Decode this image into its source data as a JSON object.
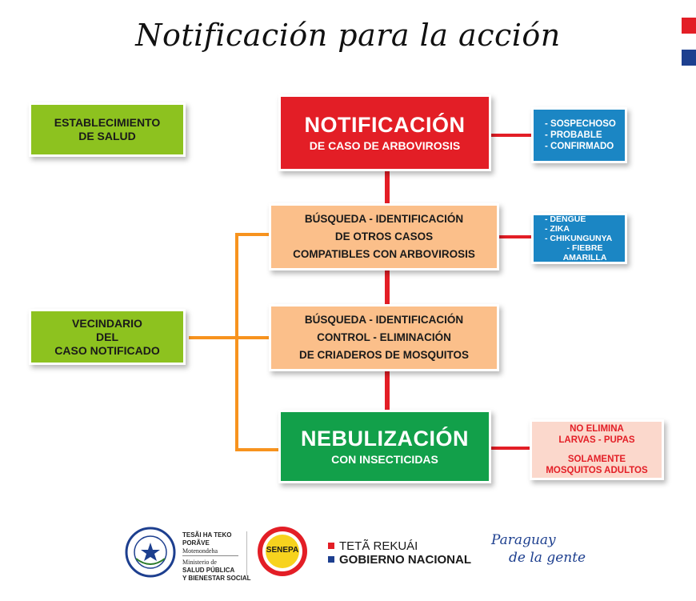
{
  "title": "Notificación para la acción",
  "left": {
    "establishment": [
      "ESTABLECIMIENTO",
      "DE SALUD"
    ],
    "neighborhood": [
      "VECINDARIO",
      "DEL",
      "CASO NOTIFICADO"
    ]
  },
  "center": {
    "notification": {
      "main": "NOTIFICACIÓN",
      "sub": "DE CASO DE ARBOVIROSIS"
    },
    "search": [
      "BÚSQUEDA - IDENTIFICACIÓN",
      "DE OTROS CASOS",
      "COMPATIBLES CON ARBOVIROSIS"
    ],
    "control": [
      "BÚSQUEDA - IDENTIFICACIÓN",
      "CONTROL - ELIMINACIÓN",
      "DE CRIADEROS DE MOSQUITOS"
    ],
    "nebulization": {
      "main": "NEBULIZACIÓN",
      "sub": "CON INSECTICIDAS"
    }
  },
  "right": {
    "case_types": [
      "- SOSPECHOSO",
      "- PROBABLE",
      "- CONFIRMADO"
    ],
    "diseases": [
      "- DENGUE",
      "- ZIKA",
      "- CHIKUNGUNYA",
      "- FIEBRE AMARILLA"
    ],
    "note": [
      "NO ELIMINA",
      "LARVAS - PUPAS",
      "",
      "SOLAMENTE",
      "MOSQUITOS ADULTOS"
    ]
  },
  "footer": {
    "ministry_guarani": [
      "TESÃI HA TEKO",
      "PORÃVE",
      "Motenondeha"
    ],
    "ministry": [
      "Ministerio de",
      "SALUD PÚBLICA",
      "Y BIENESTAR SOCIAL"
    ],
    "senepa": "SENEPA",
    "gov": [
      "TETÃ REKUÁI",
      "GOBIERNO NACIONAL"
    ],
    "slogan": [
      "Paraguay",
      "de la gente"
    ]
  },
  "colors": {
    "red": "#e31e26",
    "orange": "#f7931e",
    "green": "#12a04a",
    "light_green": "#8dc21f",
    "blue": "#1b86c4",
    "peach": "#fbbf8a",
    "pink": "#fbd8cc",
    "navy": "#1d3f8f"
  }
}
